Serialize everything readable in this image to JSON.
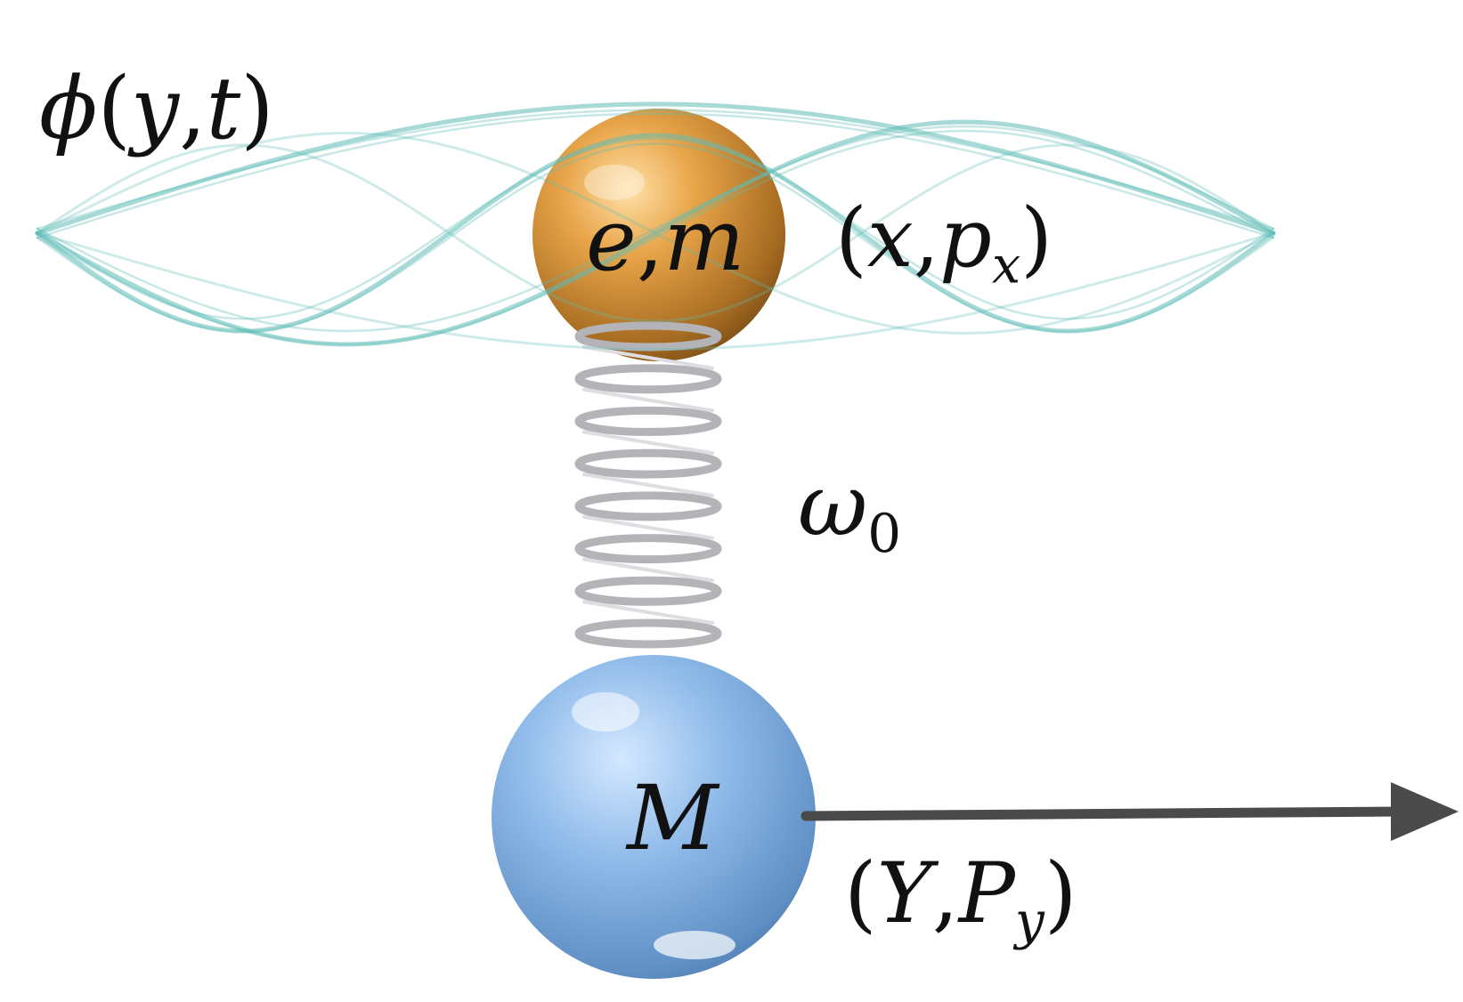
{
  "labels": {
    "field": {
      "f": "ϕ",
      "open": "(",
      "a": "y",
      "comma": ",",
      "b": "t",
      "close": ")"
    },
    "charge_mass": {
      "a": "e",
      "comma": ",",
      "b": "m"
    },
    "electron_coords": {
      "open": "(",
      "a": "x",
      "comma": ",",
      "b": "p",
      "b_sub": "x",
      "close": ")"
    },
    "frequency": {
      "main": "ω",
      "sub": "0"
    },
    "nucleus_mass": "M",
    "nucleus_coords": {
      "open": "(",
      "a": "Y",
      "comma": ",",
      "b": "P",
      "b_sub": "y",
      "close": ")"
    }
  },
  "colors": {
    "field_wave": "#5fbcb6",
    "electron_sphere": "#e0a04a",
    "nucleus_sphere": "#8fb9e6",
    "spring": "#b4b4b8",
    "arrow": "#4a4a4a"
  }
}
